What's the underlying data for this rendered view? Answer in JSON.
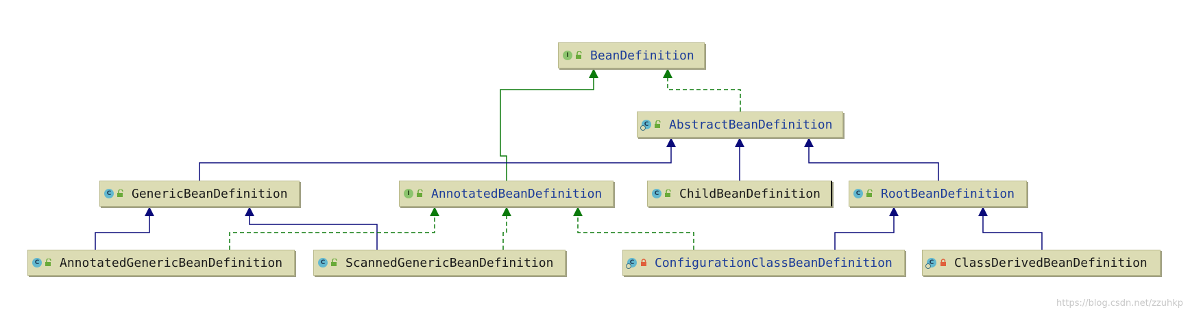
{
  "nodes": [
    {
      "id": "beandefinition",
      "label": "BeanDefinition",
      "kind": "I",
      "visibility": "public",
      "blue": true,
      "bold": true
    },
    {
      "id": "abstractbeandefinition",
      "label": "AbstractBeanDefinition",
      "kind": "C",
      "visibility": "public",
      "blue": true,
      "bold": false
    },
    {
      "id": "genericbeandefinition",
      "label": "GenericBeanDefinition",
      "kind": "C",
      "visibility": "public",
      "blue": false,
      "bold": false
    },
    {
      "id": "annotatedbeandefinition",
      "label": "AnnotatedBeanDefinition",
      "kind": "I",
      "visibility": "public",
      "blue": true,
      "bold": false
    },
    {
      "id": "childbeandefinition",
      "label": "ChildBeanDefinition",
      "kind": "C",
      "visibility": "public",
      "blue": false,
      "bold": true
    },
    {
      "id": "rootbeandefinition",
      "label": "RootBeanDefinition",
      "kind": "C",
      "visibility": "public",
      "blue": true,
      "bold": false
    },
    {
      "id": "annotatedgenericbeandefinition",
      "label": "AnnotatedGenericBeanDefinition",
      "kind": "C",
      "visibility": "public",
      "blue": false,
      "bold": false
    },
    {
      "id": "scannedgenericbeandefinition",
      "label": "ScannedGenericBeanDefinition",
      "kind": "C",
      "visibility": "public",
      "blue": false,
      "bold": false
    },
    {
      "id": "configurationclassbeandefinition",
      "label": "ConfigurationClassBeanDefinition",
      "kind": "CL",
      "visibility": "private",
      "blue": true,
      "bold": false
    },
    {
      "id": "classderivedbeandefinition",
      "label": "ClassDerivedBeanDefinition",
      "kind": "CL",
      "visibility": "private",
      "blue": false,
      "bold": false
    }
  ],
  "edges": [
    {
      "from": "annotatedbeandefinition",
      "to": "beandefinition",
      "type": "extends-interface"
    },
    {
      "from": "abstractbeandefinition",
      "to": "beandefinition",
      "type": "implements"
    },
    {
      "from": "genericbeandefinition",
      "to": "abstractbeandefinition",
      "type": "extends"
    },
    {
      "from": "childbeandefinition",
      "to": "abstractbeandefinition",
      "type": "extends"
    },
    {
      "from": "rootbeandefinition",
      "to": "abstractbeandefinition",
      "type": "extends"
    },
    {
      "from": "annotatedgenericbeandefinition",
      "to": "genericbeandefinition",
      "type": "extends"
    },
    {
      "from": "scannedgenericbeandefinition",
      "to": "genericbeandefinition",
      "type": "extends"
    },
    {
      "from": "annotatedgenericbeandefinition",
      "to": "annotatedbeandefinition",
      "type": "implements"
    },
    {
      "from": "scannedgenericbeandefinition",
      "to": "annotatedbeandefinition",
      "type": "implements"
    },
    {
      "from": "configurationclassbeandefinition",
      "to": "annotatedbeandefinition",
      "type": "implements"
    },
    {
      "from": "configurationclassbeandefinition",
      "to": "rootbeandefinition",
      "type": "extends"
    },
    {
      "from": "classderivedbeandefinition",
      "to": "rootbeandefinition",
      "type": "extends"
    }
  ],
  "colors": {
    "extends": "#0a0a7a",
    "implements": "#0b7a0b",
    "node_fill": "#dcdcb4",
    "blue_label": "#1c3c99"
  },
  "watermark": "https://blog.csdn.net/zzuhkp"
}
